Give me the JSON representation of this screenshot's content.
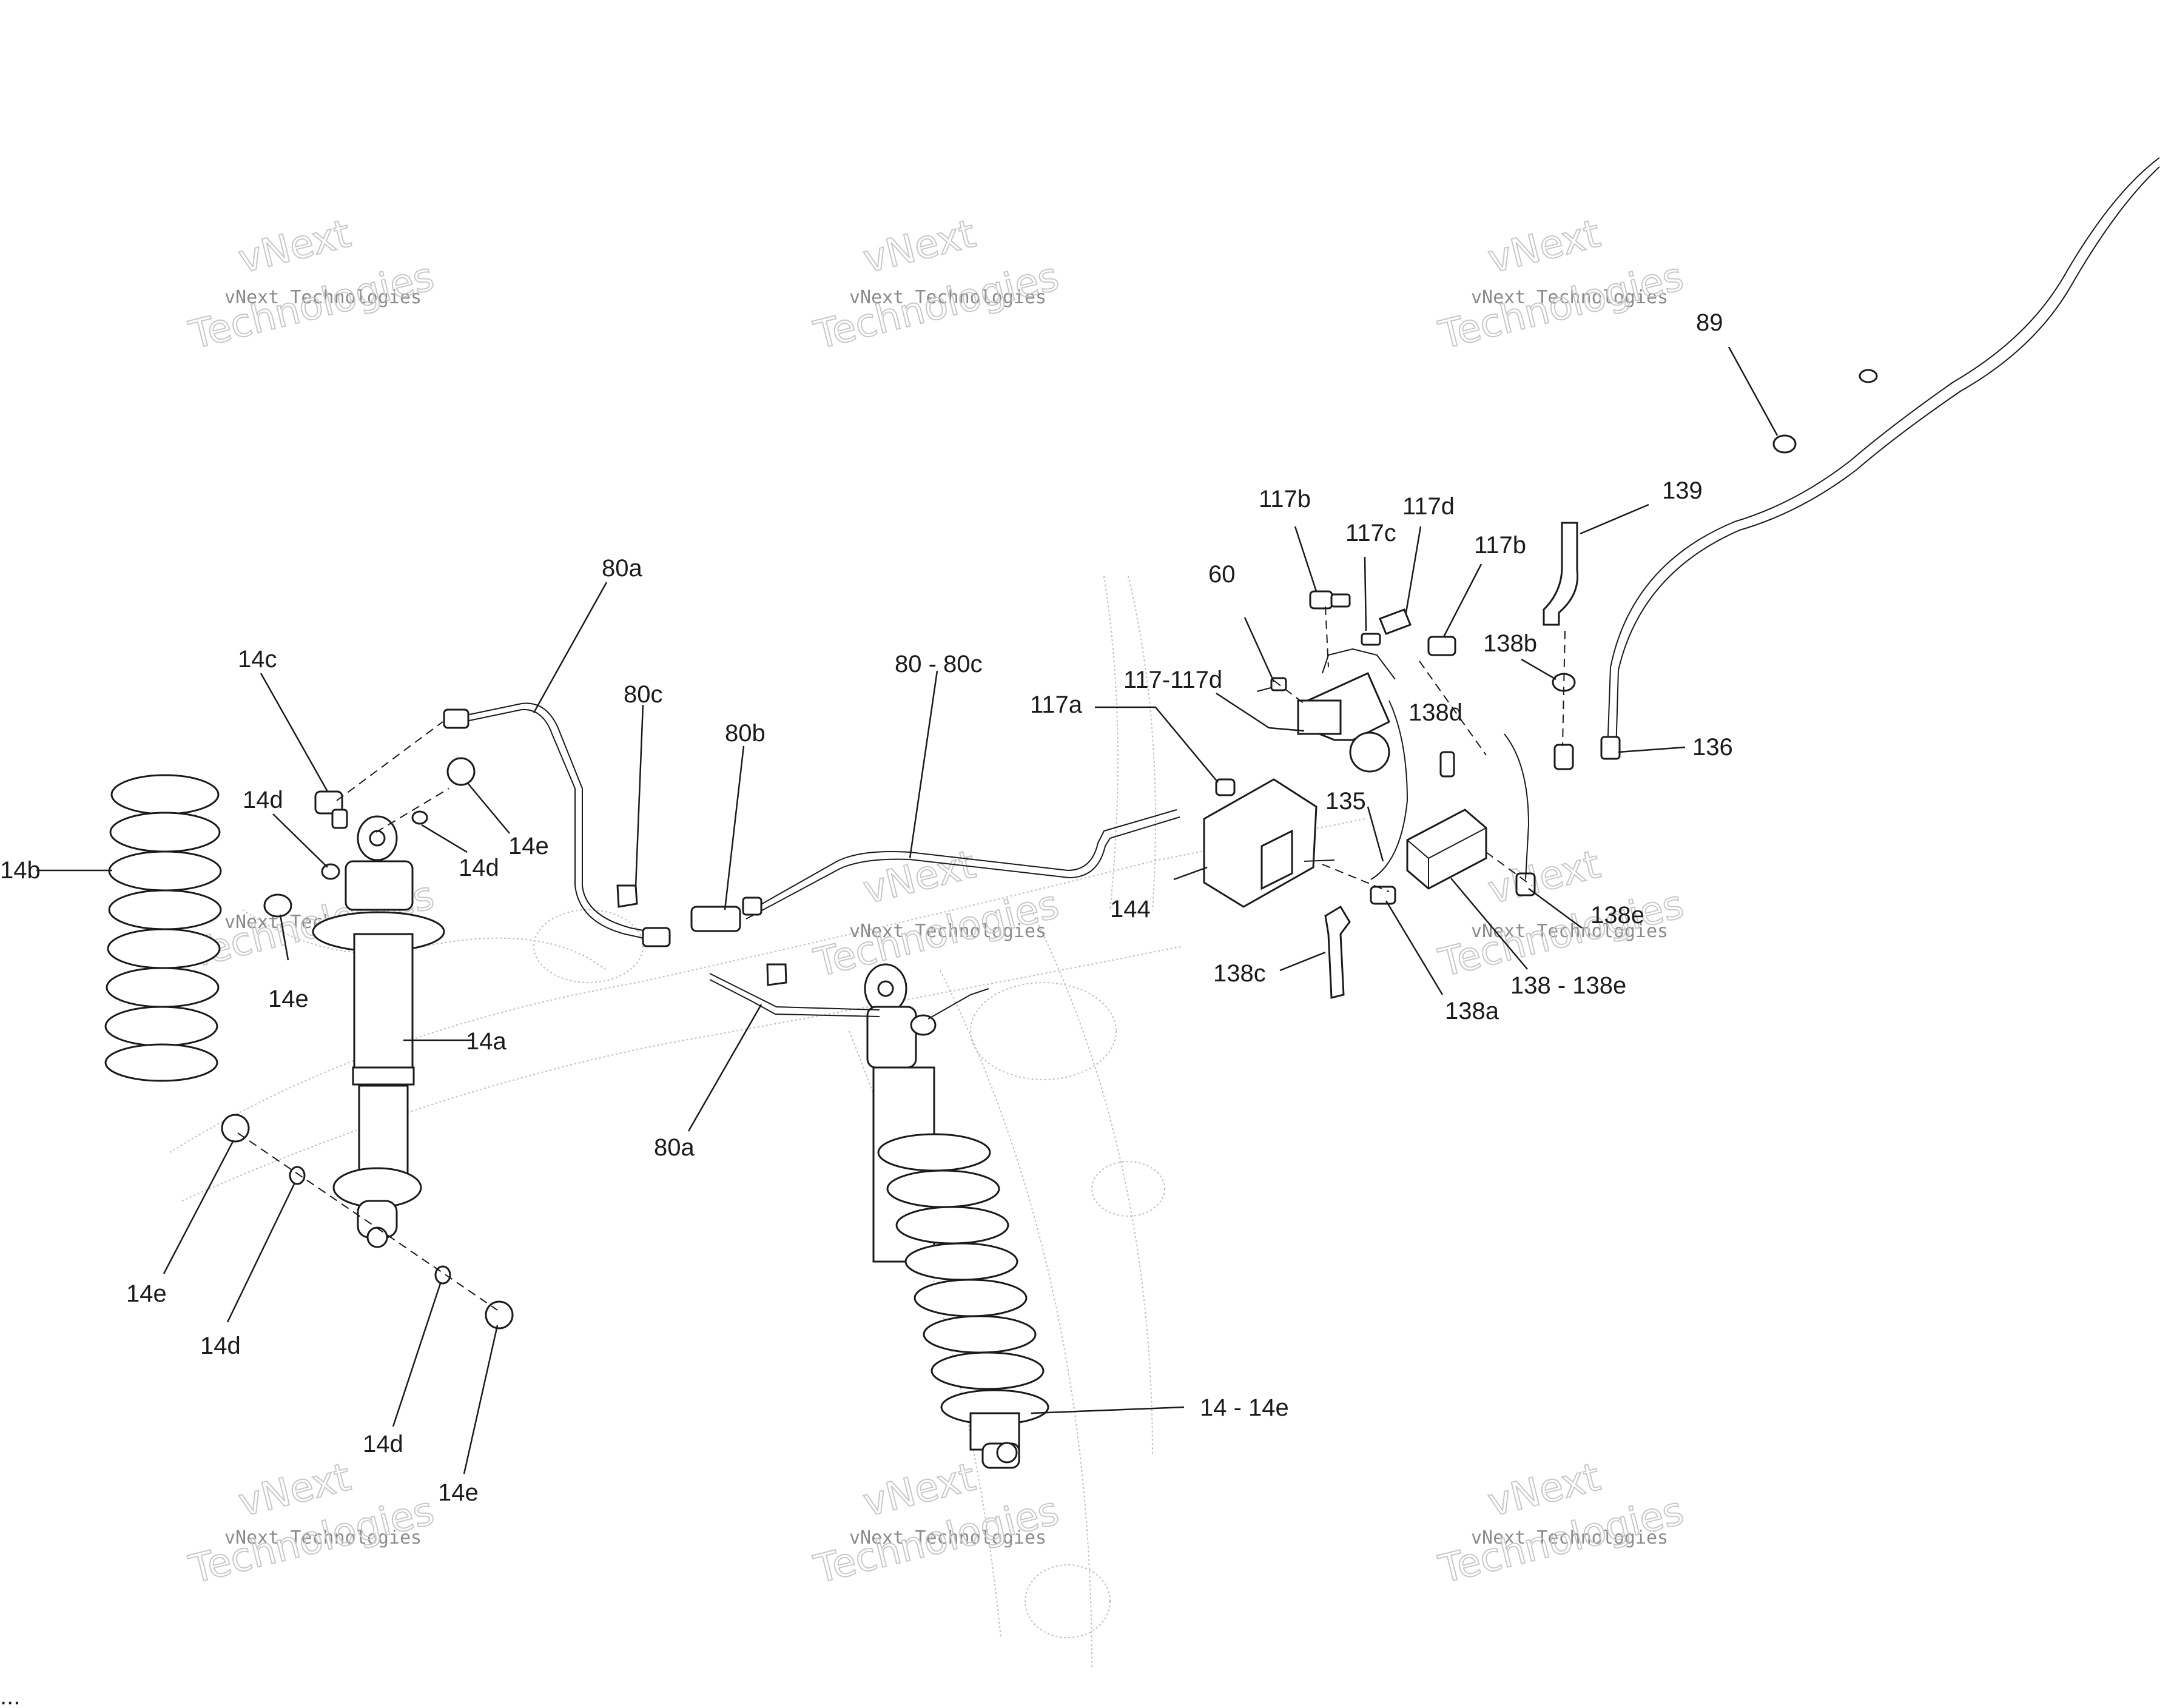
{
  "watermark": {
    "line1": "vNext Technologies",
    "line2": "Technologies",
    "line_top": "vNext"
  },
  "footer_code": "...",
  "callouts": {
    "c89": "89",
    "c139": "139",
    "c136": "136",
    "c117b_top": "117b",
    "c117d": "117d",
    "c117c": "117c",
    "c117b_right": "117b",
    "c60": "60",
    "c138b": "138b",
    "c138d": "138d",
    "c117_117d": "117-117d",
    "c117a": "117a",
    "c135": "135",
    "c144": "144",
    "c138e": "138e",
    "c138c": "138c",
    "c138a": "138a",
    "c138_138e": "138 - 138e",
    "c80_80c": "80 - 80c",
    "c80a_top": "80a",
    "c80c": "80c",
    "c80b": "80b",
    "c80a_bottom": "80a",
    "c14c": "14c",
    "c14d_left": "14d",
    "c14e_right": "14e",
    "c14d_right": "14d",
    "c14b": "14b",
    "c14e_left": "14e",
    "c14a": "14a",
    "c14e_lower": "14e",
    "c14d_lower": "14d",
    "c14d_bottom": "14d",
    "c14e_bottom": "14e",
    "c14_14e": "14 - 14e"
  }
}
